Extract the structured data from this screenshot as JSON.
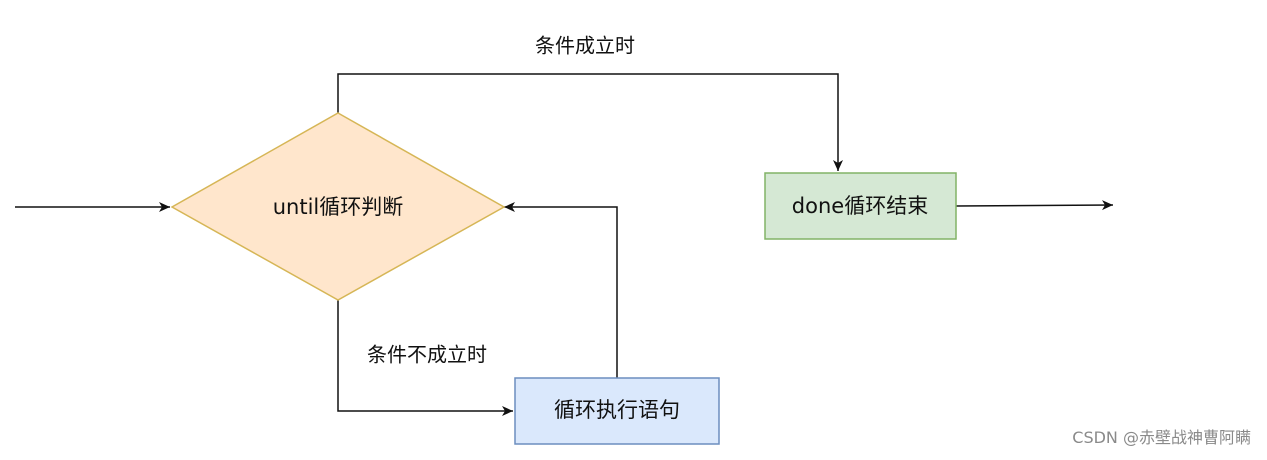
{
  "nodes": {
    "decision": {
      "label": "until循环判断",
      "fill": "#ffe6cc",
      "stroke": "#d6b656"
    },
    "loop_body": {
      "label": "循环执行语句",
      "fill": "#dae8fc",
      "stroke": "#6c8ebf"
    },
    "done": {
      "label": "done循环结束",
      "fill": "#d5e8d4",
      "stroke": "#82b366"
    }
  },
  "edges": {
    "true_branch": {
      "label": "条件成立时"
    },
    "false_branch": {
      "label": "条件不成立时"
    }
  },
  "colors": {
    "line": "#111111"
  },
  "watermark": "CSDN @赤壁战神曹阿瞒"
}
